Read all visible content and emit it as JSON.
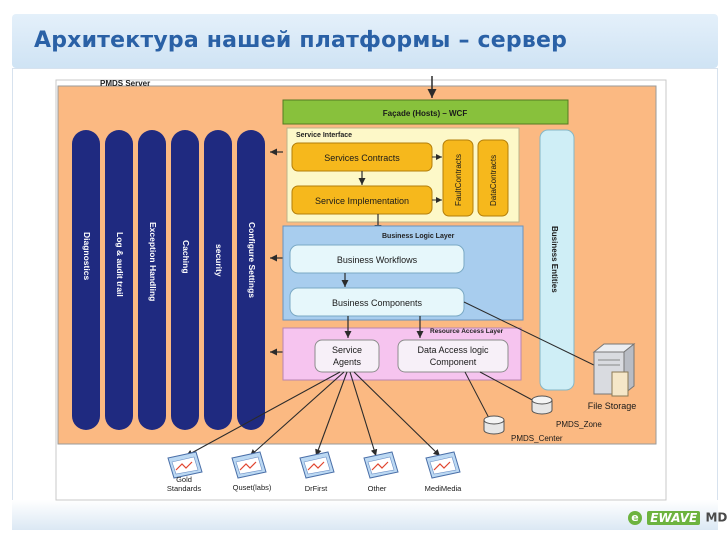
{
  "header": {
    "title": "Архитектура нашей платформы – сервер"
  },
  "diagram": {
    "server_label": "PMDS Server",
    "facade": "Façade (Hosts) – WCF",
    "service_interface": "Service Interface",
    "services_contracts": "Services Contracts",
    "service_implementation": "Service Implementation",
    "fault_contracts": "FaultContracts",
    "data_contracts": "DataContracts",
    "business_logic_layer": "Business Logic Layer",
    "business_workflows": "Business Workflows",
    "business_components": "Business Components",
    "resource_access_layer": "Resource Access Layer",
    "service_agents_line1": "Service",
    "service_agents_line2": "Agents",
    "data_access_line1": "Data Access logic",
    "data_access_line2": "Component",
    "business_entities": "Business Entities",
    "crosscutting": [
      "Diagnostics",
      "Log & audit trail",
      "Exception Handling",
      "Caching",
      "security",
      "Configure Settings"
    ],
    "file_storage": "File Storage",
    "pmds_zone": "PMDS_Zone",
    "pmds_center": "PMDS_Center",
    "external": [
      {
        "line1": "Gold",
        "line2": "Standards"
      },
      {
        "line1": "Quset(labs)",
        "line2": ""
      },
      {
        "line1": "DrFirst",
        "line2": ""
      },
      {
        "line1": "Other",
        "line2": ""
      },
      {
        "line1": "MediMedia",
        "line2": ""
      }
    ]
  },
  "logo": {
    "prefix": "e",
    "main": "EWAVE",
    "suffix": "MD"
  },
  "colors": {
    "accent_title": "#2a61a6",
    "server_bg": "#fbb982",
    "pillar": "#1f2a80",
    "facade": "#88c13c",
    "orange_box": "#f6b81c",
    "blue_layer": "#a8cdee",
    "pink_layer": "#f6c4ef",
    "entities": "#cfeef6"
  }
}
